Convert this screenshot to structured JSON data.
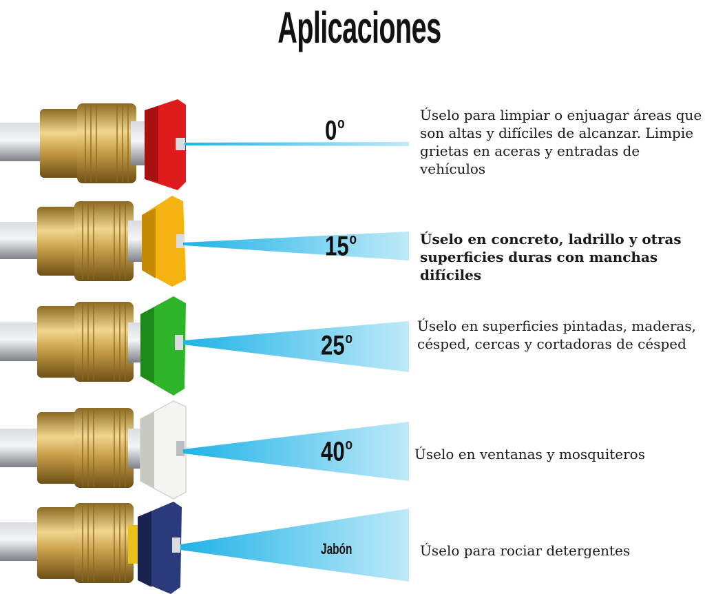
{
  "title": "Aplicaciones",
  "nozzles": [
    {
      "angle": "0",
      "degree_sign": "o",
      "description": "Úselo para limpiar o enjuagar áreas que\nson altas y difíciles de alcanzar. Limpie\ngrietas en aceras y entradas de\nvehículos",
      "cap_color": "#e01b1b",
      "cap_dark": "#a80f0f"
    },
    {
      "angle": "15",
      "degree_sign": "o",
      "description": "Úselo en concreto, ladrillo y otras\nsuperficies duras con manchas difíciles",
      "cap_color": "#f5b312",
      "cap_dark": "#c78a05"
    },
    {
      "angle": "25",
      "degree_sign": "o",
      "description": "Úselo en superficies pintadas, maderas,\ncésped, cercas y cortadoras de césped",
      "cap_color": "#2fb52a",
      "cap_dark": "#1d8a1a"
    },
    {
      "angle": "40",
      "degree_sign": "o",
      "description": "Úselo en ventanas y mosquiteros",
      "cap_color": "#f4f4f2",
      "cap_dark": "#c9c9c4"
    },
    {
      "angle": "Jabón",
      "degree_sign": "",
      "description": "Úselo para rociar detergentes",
      "cap_color": "#2a3a7a",
      "cap_dark": "#18244f"
    }
  ],
  "colors": {
    "spray": "#3cc1ec",
    "brass": "#c9a04a",
    "brass_dark": "#8c6a22",
    "steel": "#b8bcc0"
  }
}
